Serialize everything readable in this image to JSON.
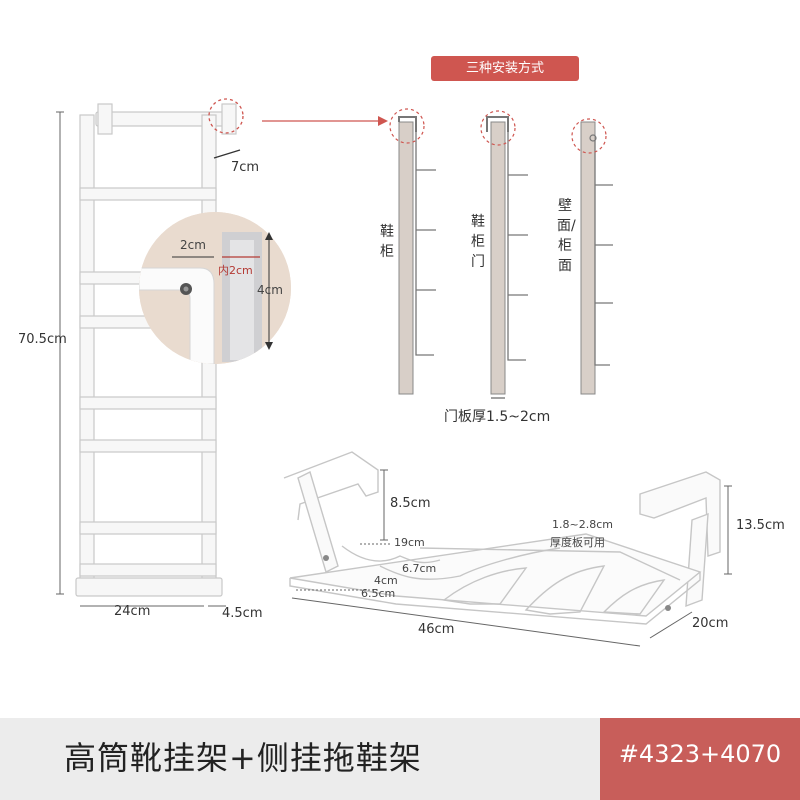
{
  "header": {
    "install_title": "三种安装方式"
  },
  "boot_rack": {
    "height_label": "70.5cm",
    "width_label": "24cm",
    "depth_label": "4.5cm",
    "hook_depth_label": "7cm",
    "inset": {
      "width_label": "2cm",
      "inner_label": "内2cm",
      "height_label": "4cm"
    }
  },
  "mounting": {
    "labels": [
      "鞋柜",
      "鞋柜门",
      "壁面/柜面"
    ],
    "door_thickness_label": "门板厚1.5~2cm"
  },
  "slipper_rack": {
    "hook_height_label": "8.5cm",
    "total_height_label": "13.5cm",
    "board_thickness_label_1": "1.8~2.8cm",
    "board_thickness_label_2": "厚度板可用",
    "inner_depth_label": "19cm",
    "slot_label_1": "6.7cm",
    "slot_label_2": "4cm",
    "slot_label_3": "6.5cm",
    "width_label": "46cm",
    "depth_label": "20cm"
  },
  "footer": {
    "product_name": "高筒靴挂架+侧挂拖鞋架",
    "product_code": "#4323+4070"
  },
  "colors": {
    "accent": "#c85e5a",
    "board": "#d8cfc8",
    "rack": "#f7f7f7",
    "inset_bg": "#e8d8ca"
  }
}
